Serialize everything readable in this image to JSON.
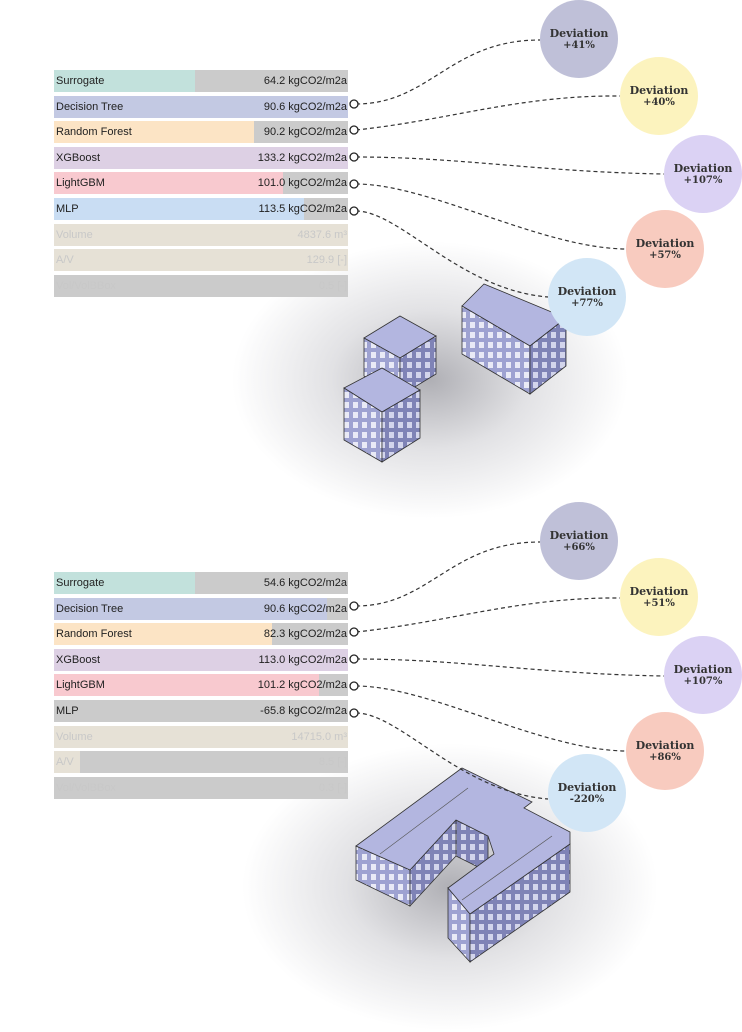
{
  "colors": {
    "surrogate": "#c2e1dc",
    "decision_tree": "#c3c9e3",
    "random_forest": "#fce4c5",
    "xgboost": "#ddd0e4",
    "lightgbm": "#f8c9cf",
    "mlp": "#c9ddf3",
    "attribute": "#e6e1d6",
    "remainder": "#cbcbcb",
    "bubble_surrogate": "#bfc0d8",
    "bubble_dt": "#fcf3be",
    "bubble_rf": "#dbd2f4",
    "bubble_xgb": "#f8cbbf",
    "bubble_lgbm": "#d2e6f6",
    "building": "#9fa3d2"
  },
  "panels": [
    {
      "rows": [
        {
          "label": "Surrogate",
          "value": "64.2 kgCO2/m2a",
          "fill": 0.48,
          "color_key": "surrogate",
          "faded": false
        },
        {
          "label": "Decision Tree",
          "value": "90.6 kgCO2/m2a",
          "fill": 1.0,
          "color_key": "decision_tree",
          "faded": false
        },
        {
          "label": "Random Forest",
          "value": "90.2 kgCO2/m2a",
          "fill": 0.68,
          "color_key": "random_forest",
          "faded": false
        },
        {
          "label": "XGBoost",
          "value": "133.2 kgCO2/m2a",
          "fill": 1.0,
          "color_key": "xgboost",
          "faded": false
        },
        {
          "label": "LightGBM",
          "value": "101.0 kgCO2/m2a",
          "fill": 0.78,
          "color_key": "lightgbm",
          "faded": false
        },
        {
          "label": "MLP",
          "value": "113.5 kgCO2/m2a",
          "fill": 0.85,
          "color_key": "mlp",
          "faded": false
        },
        {
          "label": "Volume",
          "value": "4837.6 m³",
          "fill": 1.0,
          "color_key": "attribute",
          "faded": true
        },
        {
          "label": "A/V",
          "value": "129.9 [-]",
          "fill": 1.0,
          "color_key": "attribute",
          "faded": true
        },
        {
          "label": "Vol/VolBBox",
          "value": "0.5 [-]",
          "fill": 0.0,
          "color_key": "attribute",
          "faded": true
        }
      ],
      "bubbles": [
        {
          "title": "Deviation",
          "value": "+41%",
          "color_key": "bubble_surrogate"
        },
        {
          "title": "Deviation",
          "value": "+40%",
          "color_key": "bubble_dt"
        },
        {
          "title": "Deviation",
          "value": "+107%",
          "color_key": "bubble_rf"
        },
        {
          "title": "Deviation",
          "value": "+57%",
          "color_key": "bubble_xgb"
        },
        {
          "title": "Deviation",
          "value": "+77%",
          "color_key": "bubble_lgbm"
        }
      ]
    },
    {
      "rows": [
        {
          "label": "Surrogate",
          "value": "54.6 kgCO2/m2a",
          "fill": 0.48,
          "color_key": "surrogate",
          "faded": false
        },
        {
          "label": "Decision Tree",
          "value": "90.6 kgCO2/m2a",
          "fill": 0.93,
          "color_key": "decision_tree",
          "faded": false
        },
        {
          "label": "Random Forest",
          "value": "82.3 kgCO2/m2a",
          "fill": 0.74,
          "color_key": "random_forest",
          "faded": false
        },
        {
          "label": "XGBoost",
          "value": "113.0 kgCO2/m2a",
          "fill": 1.0,
          "color_key": "xgboost",
          "faded": false
        },
        {
          "label": "LightGBM",
          "value": "101.2 kgCO2/m2a",
          "fill": 0.9,
          "color_key": "lightgbm",
          "faded": false
        },
        {
          "label": "MLP",
          "value": "-65.8 kgCO2/m2a",
          "fill": 0.0,
          "color_key": "mlp",
          "faded": false
        },
        {
          "label": "Volume",
          "value": "14715.0 m³",
          "fill": 1.0,
          "color_key": "attribute",
          "faded": true
        },
        {
          "label": "A/V",
          "value": "8.5 [-]",
          "fill": 0.09,
          "color_key": "attribute",
          "faded": true
        },
        {
          "label": "Vol/VolBBox",
          "value": "0.3 [-]",
          "fill": 0.0,
          "color_key": "attribute",
          "faded": true
        }
      ],
      "bubbles": [
        {
          "title": "Deviation",
          "value": "+66%",
          "color_key": "bubble_surrogate"
        },
        {
          "title": "Deviation",
          "value": "+51%",
          "color_key": "bubble_dt"
        },
        {
          "title": "Deviation",
          "value": "+107%",
          "color_key": "bubble_rf"
        },
        {
          "title": "Deviation",
          "value": "+86%",
          "color_key": "bubble_xgb"
        },
        {
          "title": "Deviation",
          "value": "-220%",
          "color_key": "bubble_lgbm"
        }
      ]
    }
  ]
}
